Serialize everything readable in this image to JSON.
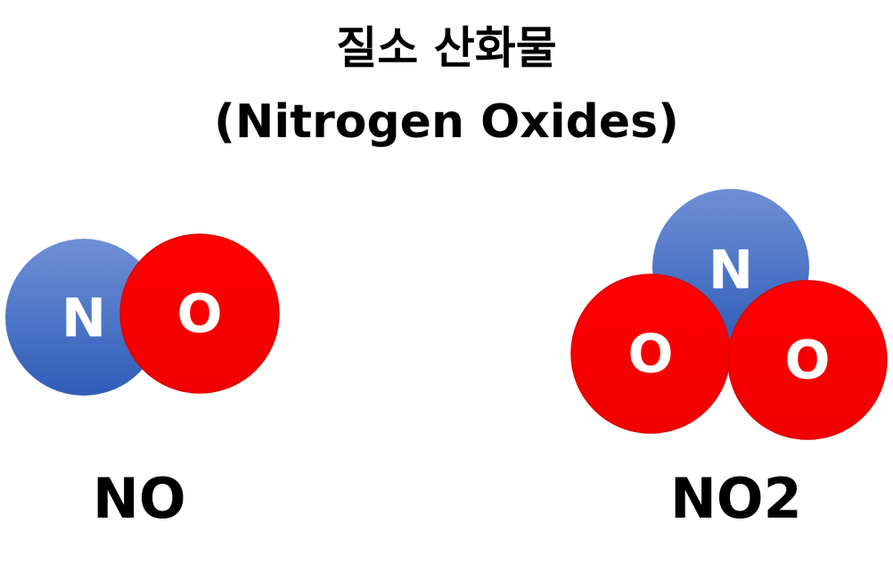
{
  "title": {
    "korean": "질소 산화물",
    "english": "(Nitrogen Oxides)"
  },
  "molecules": [
    {
      "formula": "NO",
      "atoms": [
        {
          "symbol": "N",
          "element": "nitrogen"
        },
        {
          "symbol": "O",
          "element": "oxygen"
        }
      ]
    },
    {
      "formula": "NO2",
      "atoms": [
        {
          "symbol": "N",
          "element": "nitrogen"
        },
        {
          "symbol": "O",
          "element": "oxygen"
        },
        {
          "symbol": "O",
          "element": "oxygen"
        }
      ]
    }
  ],
  "colors": {
    "nitrogen": "#4472C4",
    "oxygen": "#FF0000",
    "text": "#000000",
    "atom_text": "#FFFFFF"
  }
}
